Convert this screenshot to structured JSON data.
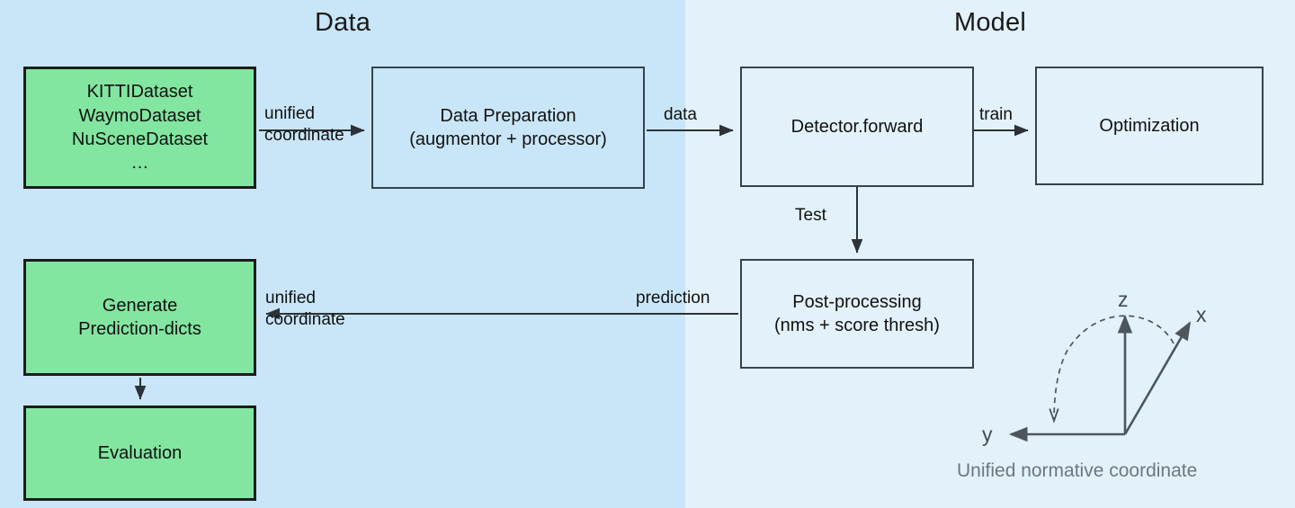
{
  "panels": {
    "data": {
      "title": "Data",
      "bg": "#c9e6f8"
    },
    "model": {
      "title": "Model",
      "bg": "#e2f1fa"
    }
  },
  "nodes": {
    "datasets": {
      "lines": [
        "KITTIDataset",
        "WaymoDataset",
        "NuSceneDataset",
        "…"
      ],
      "fill": "#82e6a0"
    },
    "data_preparation": {
      "lines": [
        "Data Preparation",
        "(augmentor + processor)"
      ],
      "fill": "#c9e6f8"
    },
    "detector_forward": {
      "lines": [
        "Detector.forward"
      ],
      "fill": "#e2f1fa"
    },
    "optimization": {
      "lines": [
        "Optimization"
      ],
      "fill": "#e2f1fa"
    },
    "post_processing": {
      "lines": [
        "Post-processing",
        "(nms + score thresh)"
      ],
      "fill": "#e2f1fa"
    },
    "generate_prediction_dicts": {
      "lines": [
        "Generate",
        "Prediction-dicts"
      ],
      "fill": "#82e6a0"
    },
    "evaluation": {
      "lines": [
        "Evaluation"
      ],
      "fill": "#82e6a0"
    }
  },
  "edges": {
    "datasets_to_prep": {
      "line1": "unified",
      "line2": "coordinate"
    },
    "prep_to_detector": {
      "line1": "data"
    },
    "detector_to_optimization": {
      "line1": "train"
    },
    "detector_to_post": {
      "line1": "Test"
    },
    "post_to_generate_right": {
      "line1": "prediction"
    },
    "post_to_generate_left": {
      "line1": "unified",
      "line2": "coordinate"
    }
  },
  "coordinate_widget": {
    "axis_z": "z",
    "axis_x": "x",
    "axis_y": "y",
    "caption": "Unified normative coordinate",
    "label_color": "#444c52",
    "caption_color": "#6e7780"
  }
}
